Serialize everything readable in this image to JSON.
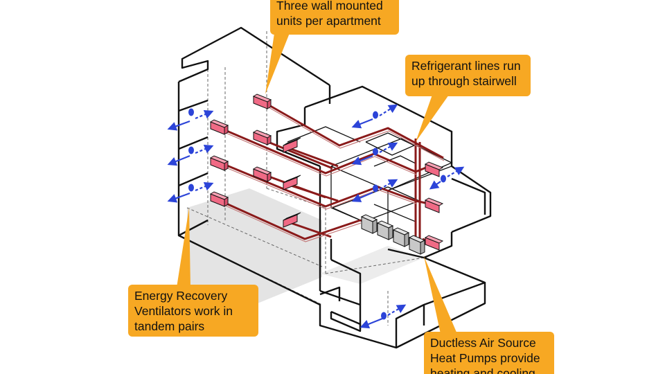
{
  "callouts": {
    "wall_units": "Three wall mounted\nunits per apartment",
    "refrigerant": "Refrigerant lines run\nup through stairwell",
    "erv": "Energy Recovery\nVentilators work in\ntandem pairs",
    "heat_pumps": "Ductless Air Source\nHeat Pumps provide\nheating and cooling"
  },
  "colors": {
    "callout_fill": "#f7a823",
    "wall_unit_fill": "#f06a85",
    "refrigerant_line": "#8a1a1a",
    "airflow_arrow": "#2c44d8",
    "heat_pump_fill": "#c8c8c8",
    "ground_fill": "#e4e4e4",
    "building_outline": "#111111"
  }
}
